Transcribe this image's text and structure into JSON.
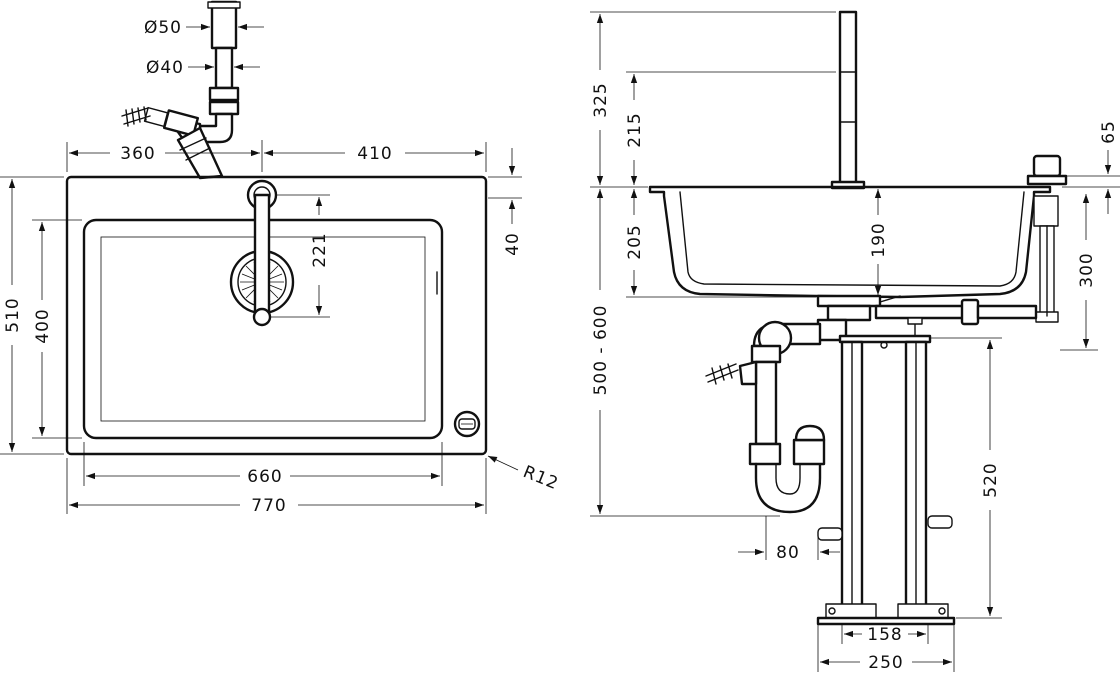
{
  "diagram": {
    "top_view": {
      "waste_outer_diameter": "Ø50",
      "waste_inner_diameter": "Ø40",
      "tap_to_left_edge": "360",
      "tap_to_right_edge": "410",
      "overall_depth": "510",
      "bowl_depth": "400",
      "spout_reach": "221",
      "tap_setback": "40",
      "bowl_width": "660",
      "overall_width": "770",
      "corner_radius": "R12"
    },
    "side_view": {
      "tap_total_height": "325",
      "spout_height": "215",
      "dispenser_height": "65",
      "bowl_height": "205",
      "bowl_inner_depth": "190",
      "dispenser_below_rim": "300",
      "worktop_height_range": "500 - 600",
      "frame_height": "520",
      "trap_offset": "80",
      "foot_inner_width": "158",
      "foot_outer_width": "250"
    }
  }
}
